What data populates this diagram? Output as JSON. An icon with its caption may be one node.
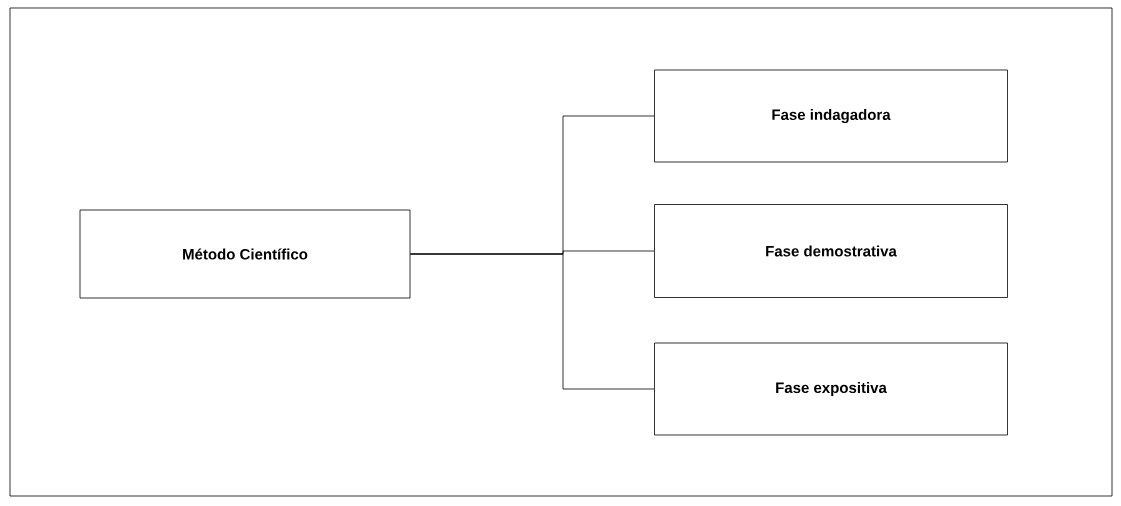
{
  "diagram": {
    "nodes": [
      {
        "text": [
          "Método Científico"
        ]
      },
      {
        "text": [
          "Fase indagadora"
        ]
      },
      {
        "text": [
          "Fase demostrativa"
        ]
      },
      {
        "text": [
          "Fase expositiva"
        ]
      }
    ],
    "edges": [
      {
        "from": 0,
        "to": 1,
        "arrow": "none"
      },
      {
        "from": 0,
        "to": 2,
        "arrow": "none"
      },
      {
        "from": 0,
        "to": 3,
        "arrow": "none"
      }
    ]
  }
}
